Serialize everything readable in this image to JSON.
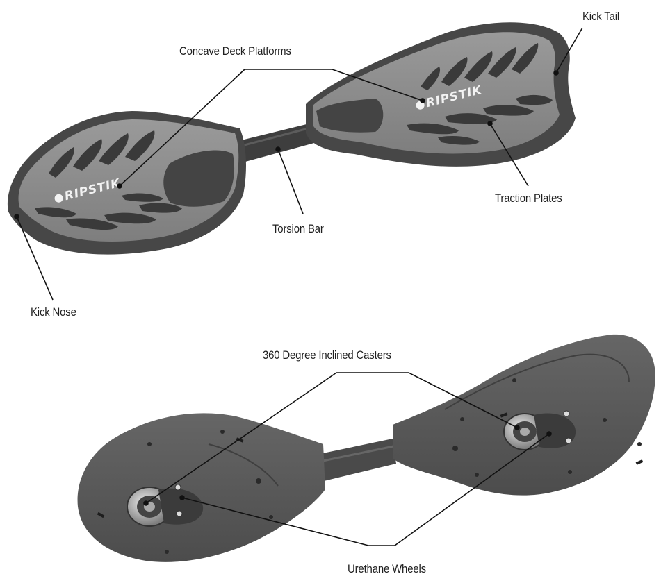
{
  "labels": {
    "kick_tail": "Kick Tail",
    "concave_deck_platforms": "Concave Deck Platforms",
    "traction_plates": "Traction Plates",
    "torsion_bar": "Torsion Bar",
    "kick_nose": "Kick Nose",
    "casters": "360 Degree Inclined Casters",
    "urethane_wheels": "Urethane Wheels"
  },
  "brand": {
    "logo_text": "RIPSTIK"
  },
  "colors": {
    "deck_outer": "#4a4a4a",
    "deck_edge": "#2e2e2e",
    "deck_platform": "#8d8d8d",
    "traction": "#3c3c3c",
    "underside": "#5a5a5a",
    "caster_metal": "#b9b9b9",
    "leader_line": "#111111"
  }
}
